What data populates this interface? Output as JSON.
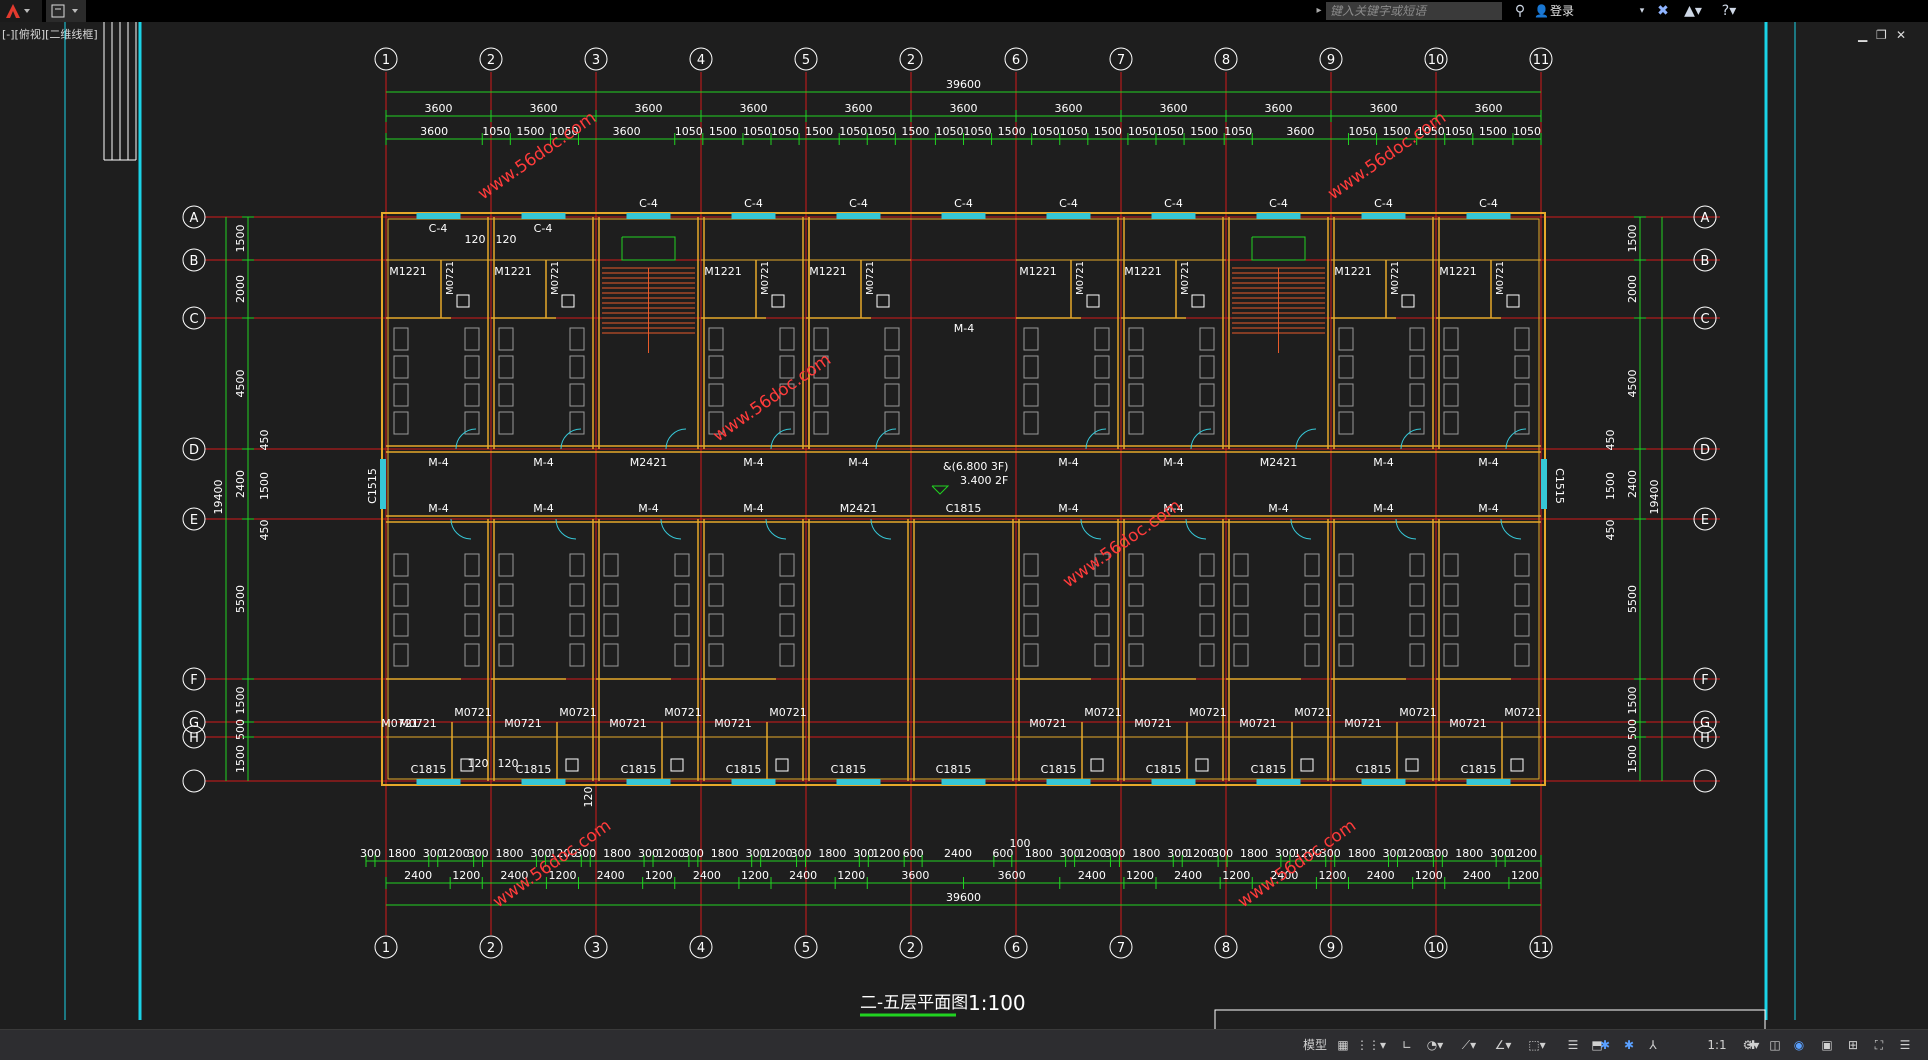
{
  "app": {
    "viewport_label": "[-][俯视][二维线框]",
    "search_placeholder": "键入关键字或短语",
    "login_label": "登录"
  },
  "drawing": {
    "title": "二-五层平面图",
    "scale": "1:100",
    "axes_top": [
      "1",
      "2",
      "3",
      "4",
      "5",
      "2",
      "6",
      "7",
      "8",
      "9",
      "10",
      "11"
    ],
    "axes_left": [
      "A",
      "B",
      "C",
      "D",
      "E",
      "F",
      "G",
      "H"
    ],
    "dims_top_total": "39600",
    "dims_top_row1": [
      "3600",
      "3600",
      "3600",
      "3600",
      "3600",
      "3600",
      "3600",
      "3600",
      "3600",
      "3600",
      "3600"
    ],
    "dims_top_row2": [
      "3600",
      "1050",
      "1500",
      "1050",
      "3600",
      "1050",
      "1500",
      "1050",
      "1050",
      "1500",
      "1050",
      "1050",
      "1500",
      "1050",
      "1050",
      "1500",
      "1050",
      "1050",
      "1500",
      "1050",
      "1050",
      "1500",
      "1050",
      "3600",
      "1050",
      "1500",
      "1050",
      "1050",
      "1500",
      "1050"
    ],
    "dims_bottom_row1": [
      "300",
      "1800",
      "300",
      "1200",
      "300",
      "1800",
      "300",
      "1200",
      "300",
      "1800",
      "300",
      "1200",
      "300",
      "1800",
      "300",
      "1200",
      "300",
      "1800",
      "300",
      "1200",
      "600",
      "2400",
      "600",
      "1800",
      "300",
      "1200",
      "300",
      "1800",
      "300",
      "1200",
      "300",
      "1800",
      "300",
      "1200",
      "300",
      "1800",
      "300",
      "1200",
      "300",
      "1800",
      "300",
      "1200"
    ],
    "dims_bottom_row2": [
      "2400",
      "1200",
      "2400",
      "1200",
      "2400",
      "1200",
      "2400",
      "1200",
      "2400",
      "1200",
      "3600",
      "3600",
      "2400",
      "1200",
      "2400",
      "1200",
      "2400",
      "1200",
      "2400",
      "1200",
      "2400",
      "1200"
    ],
    "dims_bottom_total": "39600",
    "dims_left": [
      "1500",
      "2000",
      "4500",
      "2400",
      "5500",
      "1500",
      "500",
      "1500"
    ],
    "dims_left_total": "19400",
    "dims_left_corridor": [
      "450",
      "1500",
      "450"
    ],
    "dims_right": [
      "1500",
      "2000",
      "4500",
      "2400",
      "5500",
      "1500",
      "500",
      "1500"
    ],
    "dims_right_total": "19400",
    "dims_right_corridor": [
      "450",
      "1500",
      "450"
    ],
    "elevation_1": "&(6.800 3F)",
    "elevation_2": "3.400 2F",
    "dim_120": "120",
    "dim_100": "100",
    "labels": {
      "window_c4": "C-4",
      "door_m1221": "M1221",
      "door_m0721": "M0721",
      "door_m4": "M-4",
      "door_m2421": "M2421",
      "window_c1815": "C1815",
      "window_c1515": "C1515"
    },
    "watermark": "www.56doc.com"
  },
  "statusbar": {
    "model_label": "模型",
    "scale_label": "1:1"
  },
  "colors": {
    "axis_line": "#d21b1b",
    "wall": "#e6a92a",
    "dim": "#21d321",
    "text": "#ffffff",
    "window": "#36c7d6",
    "watermark": "#ff3b3b",
    "viewport_border": "#1ad3e6"
  }
}
